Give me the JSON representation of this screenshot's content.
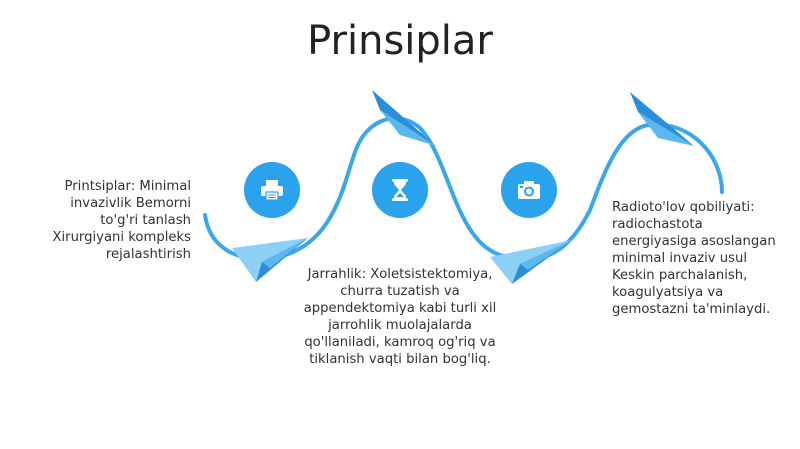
{
  "title": "Prinsiplar",
  "items": [
    {
      "icon": "printer-icon",
      "text": "Printsiplar: Minimal invazivlik Bemorni to'g'ri tanlash Xirurgiyani kompleks rejalashtirish"
    },
    {
      "icon": "hourglass-icon",
      "text": "Jarrahlik: Xoletsistektomiya, churra tuzatish va appendektomiya kabi turli xil jarrohlik muolajalarda qo'llaniladi, kamroq og'riq va tiklanish vaqti bilan bog'liq."
    },
    {
      "icon": "camera-icon",
      "text": "Radioto'lov qobiliyati: radiochastota energiyasiga asoslangan minimal invaziv usul Keskin parchalanish, koagulyatsiya va gemostazni ta'minlaydi."
    }
  ],
  "colors": {
    "accent": "#2aa3ec",
    "curve": "#3aa8e8",
    "plane_light": "#8dd0f5",
    "plane_dark": "#2a8fd8"
  }
}
